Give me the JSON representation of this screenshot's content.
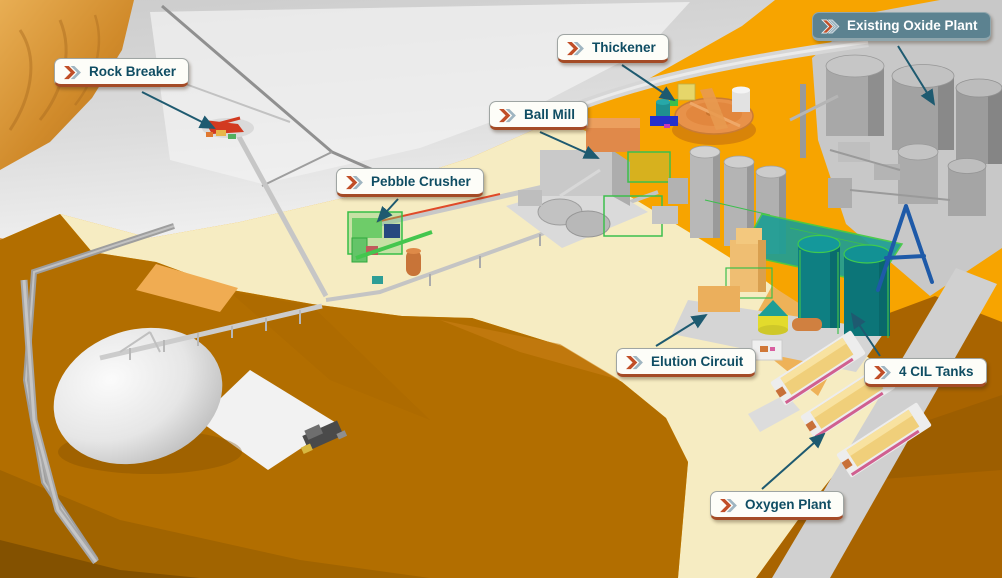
{
  "callouts": [
    {
      "id": "rock-breaker",
      "label": "Rock Breaker",
      "variant": "light"
    },
    {
      "id": "thickener",
      "label": "Thickener",
      "variant": "light"
    },
    {
      "id": "ball-mill",
      "label": "Ball Mill",
      "variant": "light"
    },
    {
      "id": "pebble-crusher",
      "label": "Pebble Crusher",
      "variant": "light"
    },
    {
      "id": "existing-oxide-plant",
      "label": "Existing Oxide Plant",
      "variant": "dark"
    },
    {
      "id": "elution-circuit",
      "label": "Elution Circuit",
      "variant": "light"
    },
    {
      "id": "cil-tanks",
      "label": "4 CIL Tanks",
      "variant": "light"
    },
    {
      "id": "oxygen-plant",
      "label": "Oxygen Plant",
      "variant": "light"
    }
  ],
  "colors": {
    "label_text": "#0F4D63",
    "label_bg": "#FDFDF8",
    "label_border": "#9FA5A3",
    "label_underline": "#A44B26",
    "label_bg_dark": "#5C8290",
    "label_text_dark": "#FFFFFF",
    "chevron_primary": "#C14E27",
    "chevron_secondary": "#9FB5C1",
    "leader": "#1E5A70",
    "terrain_orange": "#F7A400",
    "terrain_pit": "#B26E00",
    "terrain_pit_dark": "#7E4E00",
    "terrain_cream": "#F6ECC2",
    "terrain_bench": "#F0AC52",
    "terrain_gray": "#D2D2D2",
    "mountain_ochre": "#D08A2A",
    "tank_teal": "#0E7F82",
    "frame_green": "#3CBF4C",
    "building_orange": "#E0894A",
    "building_tan": "#F0CF7A",
    "thickener_orange": "#E8924A",
    "structure_gray": "#B8B8B8",
    "accent_blue": "#1E5AA8",
    "machine_red": "#D23A20"
  }
}
